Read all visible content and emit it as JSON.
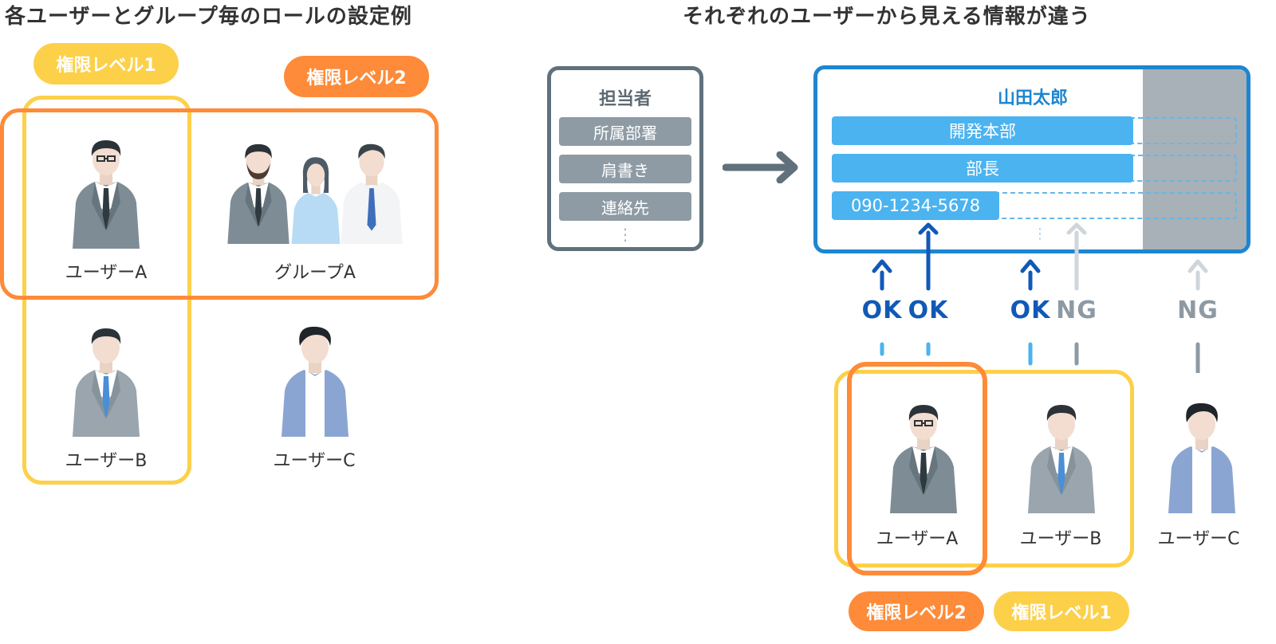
{
  "left_panel": {
    "heading": "各ユーザーとグループ毎のロールの設定例",
    "level1_label": "権限レベル1",
    "level2_label": "権限レベル2",
    "user_a": "ユーザーA",
    "group_a": "グループA",
    "user_b": "ユーザーB",
    "user_c": "ユーザーC"
  },
  "right_panel": {
    "heading": "それぞれのユーザーから見える情報が違う",
    "template_card": {
      "title": "担当者",
      "fields": [
        "所属部署",
        "肩書き",
        "連絡先"
      ],
      "more": "⋮"
    },
    "profile_card": {
      "title": "山田太郎",
      "department": "開発本部",
      "position": "部長",
      "phone": "090-1234-5678"
    },
    "access": {
      "ok1": "OK",
      "ok2": "OK",
      "ok3": "OK",
      "ng1": "NG",
      "ng2": "NG"
    },
    "user_a": "ユーザーA",
    "user_b": "ユーザーB",
    "user_c": "ユーザーC",
    "level2_label": "権限レベル2",
    "level1_label": "権限レベル1"
  },
  "colors": {
    "level1": "#fdd04a",
    "level2": "#fd8b39",
    "ok": "#1159b6",
    "ng": "#8d9aa4",
    "profile_border": "#1c86d1",
    "field": "#4bb3ef"
  },
  "icons": {
    "arrow": "right-arrow-icon",
    "person": "businessperson-icon"
  }
}
